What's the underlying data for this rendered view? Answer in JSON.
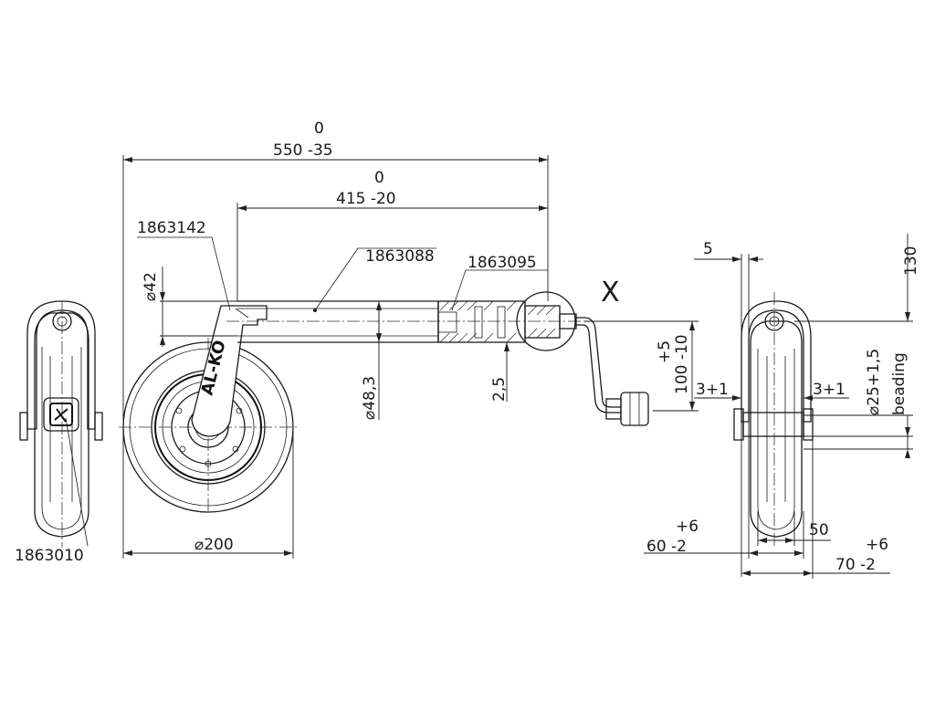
{
  "dimensions": {
    "overall_length_upper": "0",
    "overall_length_lower": "550 -35",
    "tube_length_upper": "0",
    "tube_length_lower": "415 -20",
    "wheel_diameter": "⌀200",
    "tube_diameter_inner": "⌀42",
    "tube_diameter_outer": "⌀48,3",
    "wall_offset": "2,5",
    "crank_offset_upper": "+5",
    "crank_offset_lower": "100 -10",
    "side_width_5": "5",
    "side_height_130": "130",
    "side_gap_left": "3+1",
    "side_gap_right": "3+1",
    "axle_diameter": "⌀25+1,5",
    "axle_note": "beading",
    "width_50": "50",
    "width_60_upper": "+6",
    "width_60_lower": "60 -2",
    "width_70_upper": "+6",
    "width_70_lower": "70 -2"
  },
  "part_numbers": {
    "clamp_bracket": "1863142",
    "inner_tube": "1863088",
    "spindle": "1863095",
    "wheel": "1863010"
  },
  "detail_marker": "X",
  "logo_text": "AL-KO"
}
